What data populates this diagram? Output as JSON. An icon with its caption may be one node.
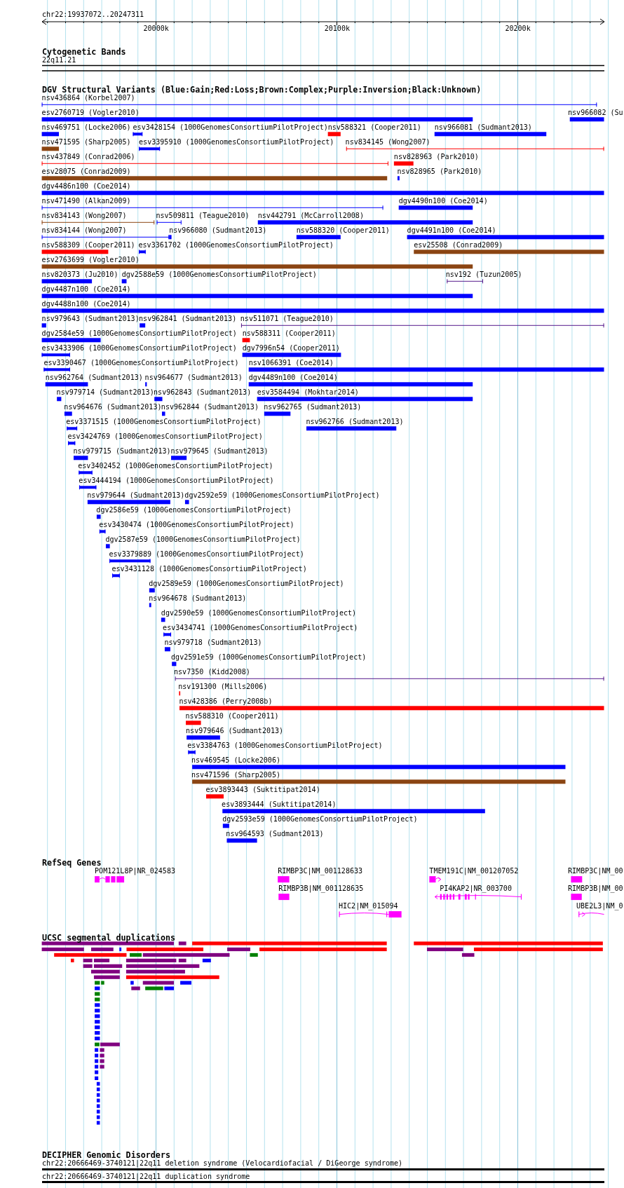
{
  "diagram": {
    "title": "chr22:19937072..20247311",
    "labels": [
      "20000k",
      "20100k",
      "20200k",
      "Cytogenetic Bands",
      "22q11.21",
      "DGV Structural Variants (Blue:Gain;Red:Loss;Brown:Complex;Purple:Inversion;Black:Unknown)",
      "nsv436864 (Korbel2007)",
      "esv2760719 (Vogler2010)",
      "nsv966082 (Su",
      "nsv469751 (Locke2006)",
      "esv3428154 (1000GenomesConsortiumPilotProject)",
      "nsv588321 (Cooper2011)",
      "nsv966081 (Sudmant2013)",
      "nsv471595 (Sharp2005)",
      "esv3395910 (1000GenomesConsortiumPilotProject)",
      "nsv834145 (Wong2007)",
      "nsv437849 (Conrad2006)",
      "nsv828963 (Park2010)",
      "esv28075 (Conrad2009)",
      "nsv828965 (Park2010)",
      "dgv4486n100 (Coe2014)",
      "nsv471490 (Alkan2009)",
      "dgv4490n100 (Coe2014)",
      "nsv834143 (Wong2007)",
      "nsv509811 (Teague2010)",
      "nsv442791 (McCarroll2008)",
      "nsv834144 (Wong2007)",
      "nsv966080 (Sudmant2013)",
      "nsv588320 (Cooper2011)",
      "dgv4491n100 (Coe2014)",
      "nsv588309 (Cooper2011)",
      "esv3361702 (1000GenomesConsortiumPilotProject)",
      "esv25508 (Conrad2009)",
      "esv2763699 (Vogler2010)",
      "nsv820373 (Ju2010)",
      "dgv2588e59 (1000GenomesConsortiumPilotProject)",
      "nsv192 (Tuzun2005)",
      "dgv4487n100 (Coe2014)",
      "dgv4488n100 (Coe2014)",
      "nsv979643 (Sudmant2013)",
      "nsv962841 (Sudmant2013)",
      "nsv511071 (Teague2010)",
      "dgv2584e59 (1000GenomesConsortiumPilotProject)",
      "nsv588311 (Cooper2011)",
      "esv3433906 (1000GenomesConsortiumPilotProject)",
      "dgv7996n54 (Cooper2011)",
      "esv3390467 (1000GenomesConsortiumPilotProject)",
      "nsv1066391 (Coe2014)",
      "nsv962764 (Sudmant2013)",
      "nsv964677 (Sudmant2013)",
      "dgv4489n100 (Coe2014)",
      "nsv979714 (Sudmant2013)",
      "nsv962843 (Sudmant2013)",
      "esv3584494 (Mokhtar2014)",
      "nsv964676 (Sudmant2013)",
      "nsv962844 (Sudmant2013)",
      "nsv962765 (Sudmant2013)",
      "esv3371515 (1000GenomesConsortiumPilotProject)",
      "nsv962766 (Sudmant2013)",
      "esv3424769 (1000GenomesConsortiumPilotProject)",
      "nsv979715 (Sudmant2013)",
      "nsv979645 (Sudmant2013)",
      "esv3402452 (1000GenomesConsortiumPilotProject)",
      "esv3444194 (1000GenomesConsortiumPilotProject)",
      "nsv979644 (Sudmant2013)",
      "dgv2592e59 (1000GenomesConsortiumPilotProject)",
      "dgv2586e59 (1000GenomesConsortiumPilotProject)",
      "esv3430474 (1000GenomesConsortiumPilotProject)",
      "dgv2587e59 (1000GenomesConsortiumPilotProject)",
      "esv3379889 (1000GenomesConsortiumPilotProject)",
      "esv3431128 (1000GenomesConsortiumPilotProject)",
      "dgv2589e59 (1000GenomesConsortiumPilotProject)",
      "nsv964678 (Sudmant2013)",
      "dgv2590e59 (1000GenomesConsortiumPilotProject)",
      "esv3434741 (1000GenomesConsortiumPilotProject)",
      "nsv979718 (Sudmant2013)",
      "dgv2591e59 (1000GenomesConsortiumPilotProject)",
      "nsv7350 (Kidd2008)",
      "nsv191300 (Mills2006)",
      "nsv428386 (Perry2008b)",
      "nsv588310 (Cooper2011)",
      "nsv979646 (Sudmant2013)",
      "esv3384763 (1000GenomesConsortiumPilotProject)",
      "nsv469545 (Locke2006)",
      "nsv471596 (Sharp2005)",
      "esv3893443 (Suktitipat2014)",
      "esv3893444 (Suktitipat2014)",
      "dgv2593e59 (1000GenomesConsortiumPilotProject)",
      "nsv964593 (Sudmant2013)",
      "RefSeq Genes",
      "POM121L8P|NR_024583",
      "RIMBP3C|NM_001128633",
      "TMEM191C|NM_001207052",
      "RIMBP3C|NM_00",
      "RIMBP3B|NM_001128635",
      "PI4KAP2|NR_003700",
      "RIMBP3B|NM_00",
      "HIC2|NM_015094",
      "UBE2L3|NM_0",
      "UCSC segmental duplications",
      "DECIPHER Genomic Disorders",
      "chr22:20666469-3740121|22q11 deletion syndrome (Velocardiofacial / DiGeorge syndrome)",
      "chr22:20666469-3740121|22q11 duplication syndrome"
    ]
  }
}
